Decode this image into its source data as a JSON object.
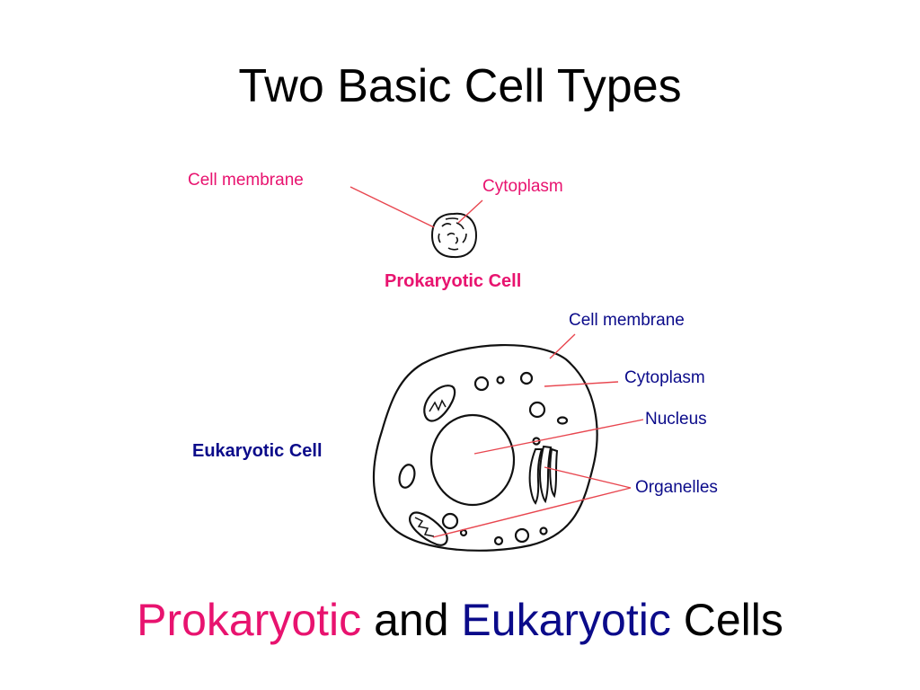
{
  "title": "Two Basic Cell Types",
  "colors": {
    "pink": "#e8136f",
    "navy": "#0b0b8a",
    "line": "#e8464f",
    "ink": "#111111"
  },
  "prokaryote": {
    "label": "Prokaryotic Cell",
    "membrane_label": "Cell membrane",
    "cytoplasm_label": "Cytoplasm"
  },
  "eukaryote": {
    "label": "Eukaryotic Cell",
    "membrane_label": "Cell membrane",
    "cytoplasm_label": "Cytoplasm",
    "nucleus_label": "Nucleus",
    "organelles_label": "Organelles"
  },
  "footer": {
    "word1": "Prokaryotic",
    "word2": "and",
    "word3": "Eukaryotic",
    "word4": "Cells"
  }
}
